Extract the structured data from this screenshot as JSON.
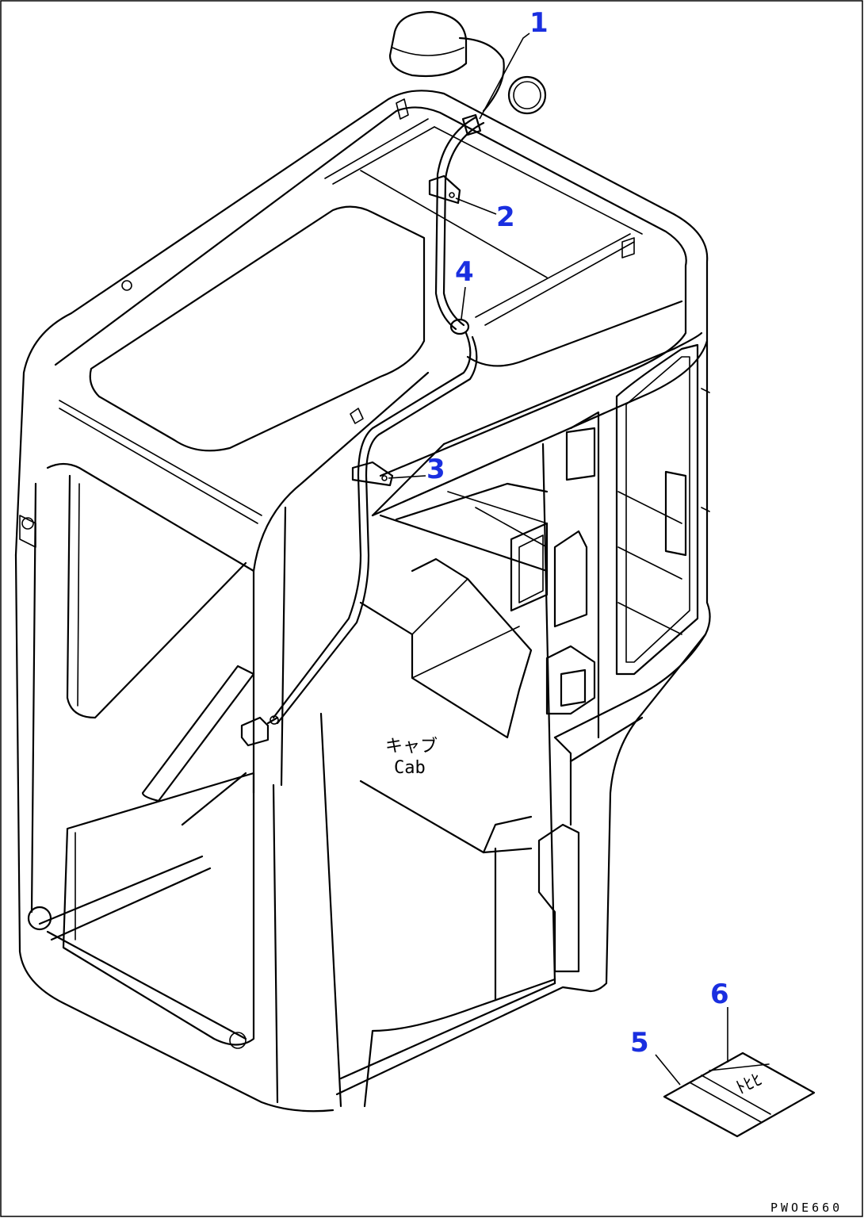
{
  "callouts": [
    {
      "number": "1"
    },
    {
      "number": "2"
    },
    {
      "number": "3"
    },
    {
      "number": "4"
    },
    {
      "number": "5"
    },
    {
      "number": "6"
    }
  ],
  "cab_label": {
    "japanese": "キャブ",
    "english": "Cab"
  },
  "drawing_code": "PWOE660"
}
